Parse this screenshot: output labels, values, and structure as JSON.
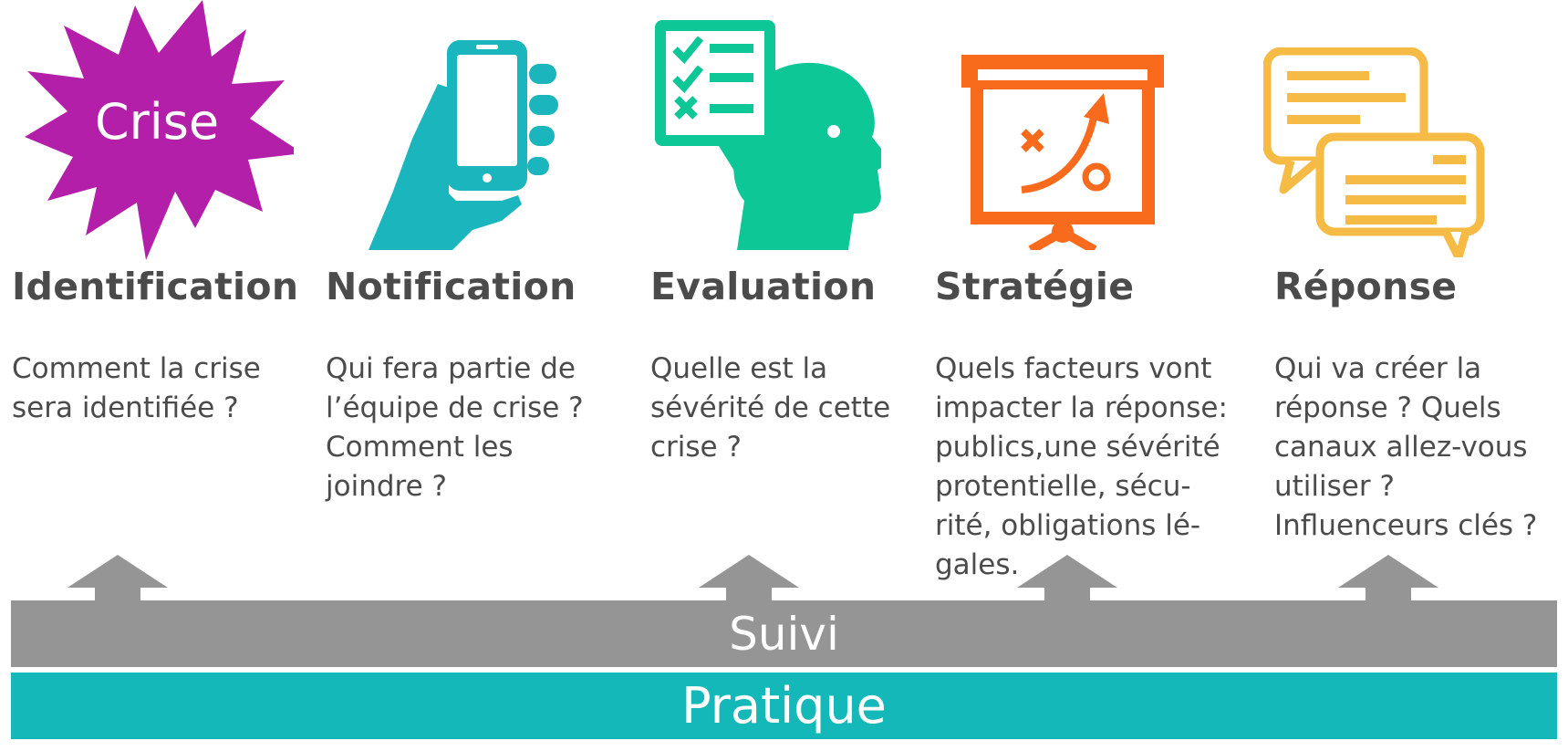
{
  "steps": [
    {
      "title": "Identification",
      "icon": "crisis-starburst-icon",
      "icon_text": "Crise",
      "color": "#b31fa8",
      "lines": [
        "Comment la crise",
        "sera identifiée ?"
      ]
    },
    {
      "title": "Notification",
      "icon": "hand-phone-icon",
      "color": "#1bb5bd",
      "lines": [
        "Qui fera partie de",
        "l’équipe de crise ?",
        "Comment les",
        "joindre ?"
      ]
    },
    {
      "title": "Evaluation",
      "icon": "head-checklist-icon",
      "color": "#0dc796",
      "lines": [
        "Quelle est la",
        "sévérité de cette",
        "crise ?"
      ]
    },
    {
      "title": "Stratégie",
      "icon": "strategy-board-icon",
      "color": "#f86a1c",
      "lines": [
        "Quels facteurs vont",
        "impacter la réponse:",
        "publics,une sévérité",
        "protentielle, sécu-",
        "rité, obligations lé-",
        "gales."
      ]
    },
    {
      "title": "Réponse",
      "icon": "chat-bubbles-icon",
      "color": "#f6bb45",
      "lines": [
        "Qui va créer la",
        "réponse ? Quels",
        "canaux allez-vous",
        "utiliser ?",
        "Influenceurs clés ?"
      ]
    }
  ],
  "bars": {
    "suivi": "Suivi",
    "pratique": "Pratique"
  },
  "colors": {
    "suivi": "#959595",
    "pratique": "#15b8b8",
    "arrow": "#959595",
    "text": "#4b4b4b"
  }
}
